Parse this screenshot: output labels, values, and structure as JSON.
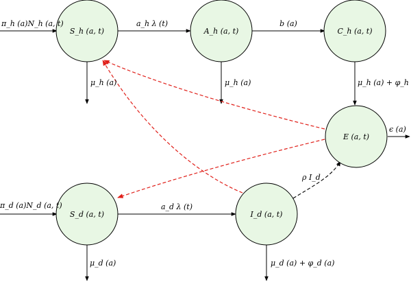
{
  "nodes": {
    "Sh": "S_h (a, t)",
    "Ah": "A_h (a, t)",
    "Ch": "C_h (a, t)",
    "E": "E (a, t)",
    "Sd": "S_d (a, t)",
    "Id": "I_d (a, t)"
  },
  "labels": {
    "inflow_h": "π_h (a)N_h (a, t)",
    "inflow_d": "π_d (a)N_d (a, t)",
    "Sh_to_Ah": "a_h λ (t)",
    "Ah_to_Ch": "b (a)",
    "Sd_to_Id": "a_d λ (t)",
    "death_Sh": "μ_h (a)",
    "death_Ah": "μ_h (a)",
    "death_Ch": "μ_h (a) + φ_h (a)",
    "decay_E": "ϵ (a)",
    "Id_to_E": "ρ I_d",
    "death_Sd": "μ_d (a)",
    "death_Id": "μ_d (a) + φ_d (a)"
  }
}
